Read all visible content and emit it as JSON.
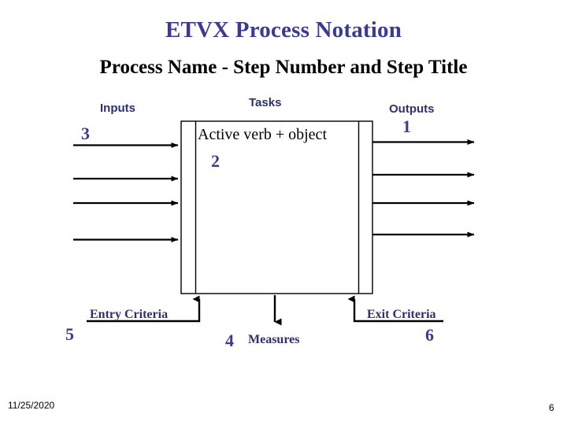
{
  "slide": {
    "title": "ETVX Process Notation",
    "subtitle": "Process Name - Step Number and Step Title",
    "title_color": "#3b3b94",
    "label_color": "#2f2f70",
    "line_color": "#000000"
  },
  "columns": {
    "inputs_label": "Inputs",
    "tasks_label": "Tasks",
    "outputs_label": "Outputs"
  },
  "markers": {
    "outputs_number": "1",
    "tasks_number": "2",
    "inputs_number": "3",
    "measures_number": "4",
    "entry_number": "5",
    "exit_number": "6"
  },
  "tasks": {
    "text": "Active verb + object"
  },
  "criteria": {
    "entry_label": "Entry Criteria",
    "exit_label": "Exit Criteria",
    "measures_label": "Measures"
  },
  "footer": {
    "date": "11/25/2020",
    "page": "6"
  }
}
